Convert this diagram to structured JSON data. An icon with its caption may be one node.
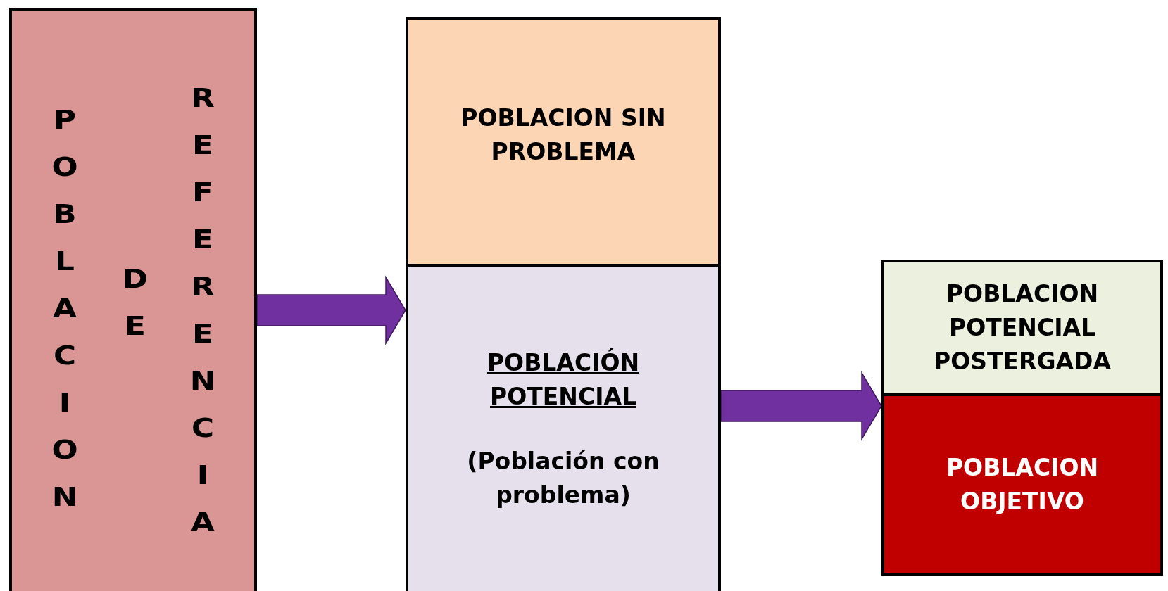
{
  "diagram": {
    "nodes": [
      {
        "text": [
          "POBLACION",
          "DE",
          "REFERENCIA"
        ]
      },
      {
        "text": [
          "POBLACION SIN PROBLEMA"
        ]
      },
      {
        "text": [
          "POBLACIÓN POTENCIAL",
          "(Población con problema)"
        ]
      },
      {
        "text": [
          "POBLACION POTENCIAL POSTERGADA"
        ]
      },
      {
        "text": [
          "POBLACION OBJETIVO"
        ]
      }
    ],
    "edges": [
      {
        "from": 0,
        "to": 2,
        "arrow": "to"
      },
      {
        "from": 2,
        "to": 4,
        "arrow": "to"
      }
    ]
  }
}
